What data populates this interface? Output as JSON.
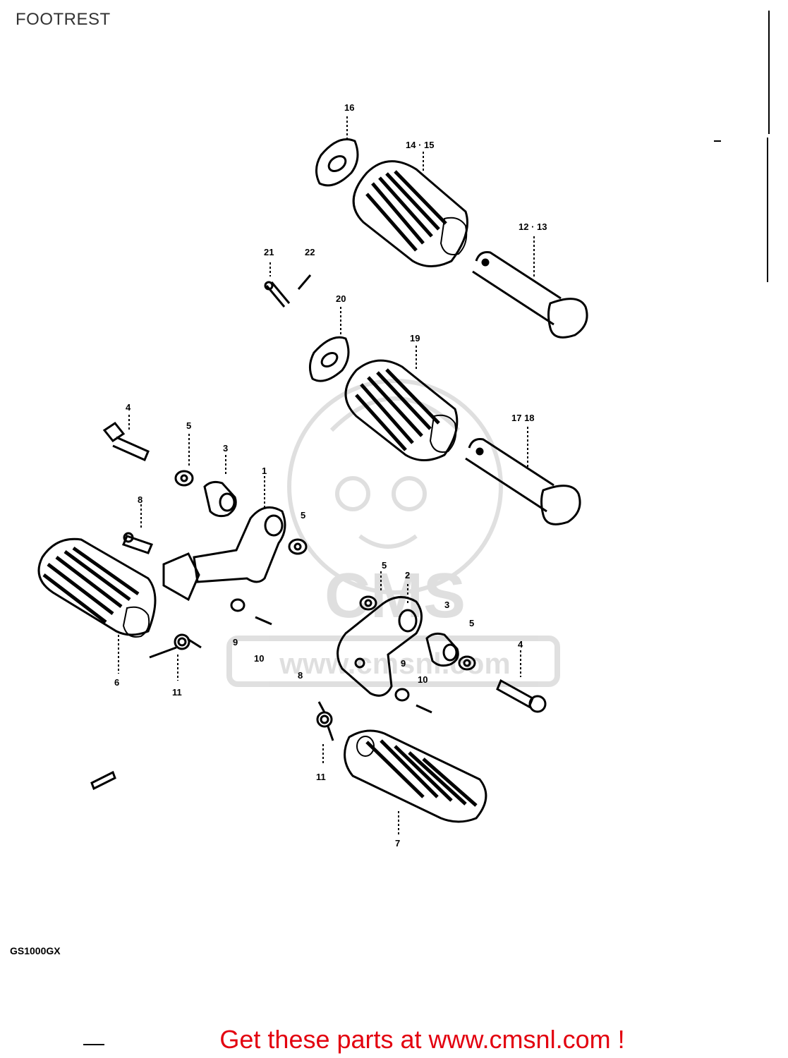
{
  "page": {
    "title": "FOOTREST",
    "model_code": "GS1000GX",
    "footer_link": "Get these parts at www.cmsnl.com !",
    "accent_color": "#e3000f",
    "watermark": "CMS www.cmsnl.com"
  },
  "callouts": [
    {
      "id": "c16",
      "label": "16"
    },
    {
      "id": "c1415",
      "label": "14 · 15"
    },
    {
      "id": "c1213",
      "label": "12 · 13"
    },
    {
      "id": "c21",
      "label": "21"
    },
    {
      "id": "c22",
      "label": "22"
    },
    {
      "id": "c20",
      "label": "20"
    },
    {
      "id": "c19",
      "label": "19"
    },
    {
      "id": "c1718",
      "label": "17  18"
    },
    {
      "id": "c4a",
      "label": "4"
    },
    {
      "id": "c5a",
      "label": "5"
    },
    {
      "id": "c3a",
      "label": "3"
    },
    {
      "id": "c1",
      "label": "1"
    },
    {
      "id": "c5b",
      "label": "5"
    },
    {
      "id": "c8",
      "label": "8"
    },
    {
      "id": "c6",
      "label": "6"
    },
    {
      "id": "c11a",
      "label": "11"
    },
    {
      "id": "c9a",
      "label": "9"
    },
    {
      "id": "c10a",
      "label": "10"
    },
    {
      "id": "c8b",
      "label": "8"
    },
    {
      "id": "c5c",
      "label": "5"
    },
    {
      "id": "c2",
      "label": "2"
    },
    {
      "id": "c3b",
      "label": "3"
    },
    {
      "id": "c5d",
      "label": "5"
    },
    {
      "id": "c4b",
      "label": "4"
    },
    {
      "id": "c9b",
      "label": "9"
    },
    {
      "id": "c10b",
      "label": "10"
    },
    {
      "id": "c11b",
      "label": "11"
    },
    {
      "id": "c7",
      "label": "7"
    }
  ]
}
